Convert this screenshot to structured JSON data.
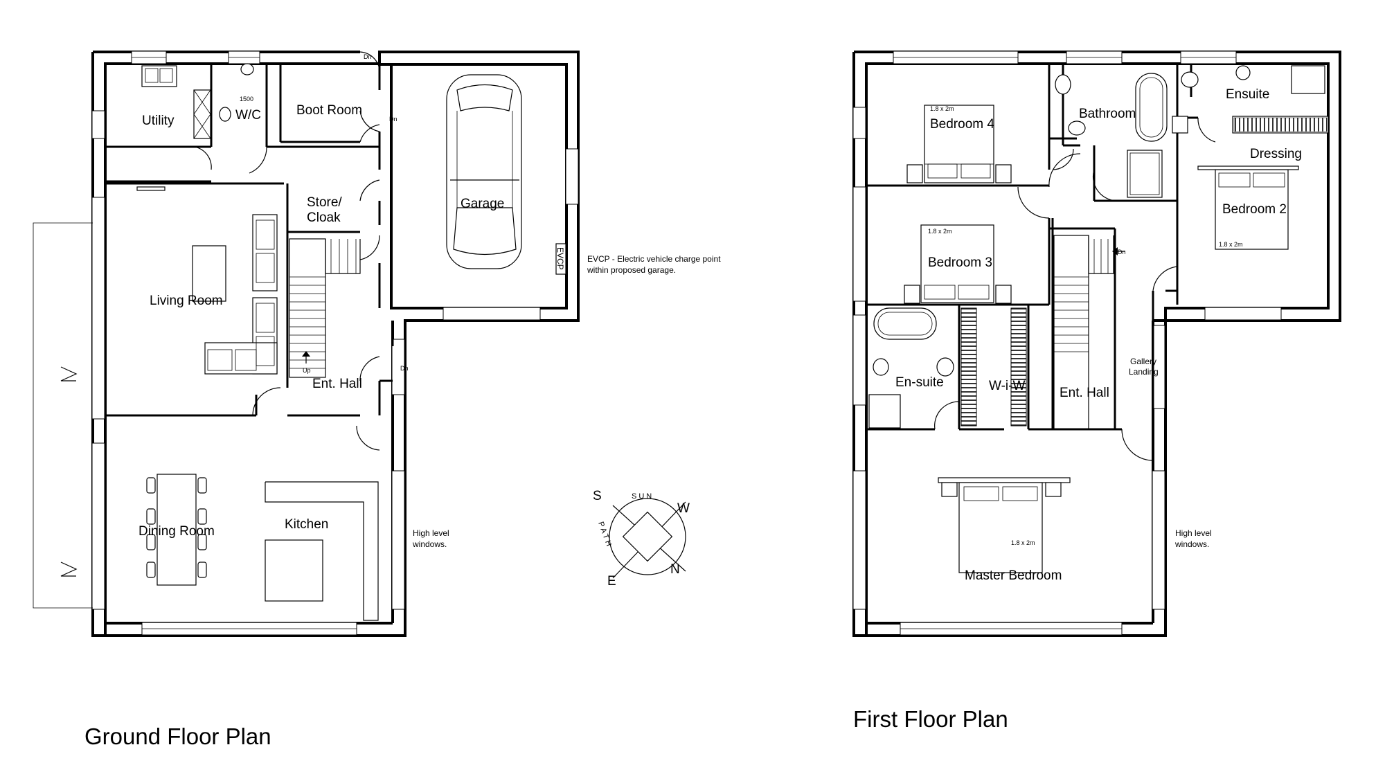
{
  "ground_floor": {
    "title": "Ground Floor Plan",
    "rooms": {
      "utility": "Utility",
      "wc": "W/C",
      "wc_dim": "1500",
      "boot_room": "Boot Room",
      "garage": "Garage",
      "store_line1": "Store/",
      "store_line2": "Cloak",
      "living": "Living Room",
      "ent_hall": "Ent. Hall",
      "dining": "Dining Room",
      "kitchen": "Kitchen"
    },
    "evcp_tag": "EVCP",
    "evcp_note_line1": "EVCP - Electric vehicle charge point",
    "evcp_note_line2": "within proposed garage.",
    "high_windows_line1": "High level",
    "high_windows_line2": "windows.",
    "stair_up": "Up",
    "stair_dn": "Dn"
  },
  "first_floor": {
    "title": "First Floor Plan",
    "rooms": {
      "bedroom4": "Bedroom 4",
      "bathroom": "Bathroom",
      "ensuite_top": "Ensuite",
      "dressing": "Dressing",
      "bedroom2": "Bedroom 2",
      "bedroom3": "Bedroom 3",
      "ensuite": "En-suite",
      "wiw": "W-i-W",
      "ent_hall": "Ent. Hall",
      "gallery_line1": "Gallery",
      "gallery_line2": "Landing",
      "master": "Master Bedroom"
    },
    "bed_size": "1.8 x 2m",
    "high_windows_line1": "High level",
    "high_windows_line2": "windows.",
    "stair_dn": "Dn"
  },
  "compass": {
    "sun": "SUN",
    "path": "PATH",
    "w": "W",
    "n": "N",
    "e": "E",
    "s": "S"
  }
}
